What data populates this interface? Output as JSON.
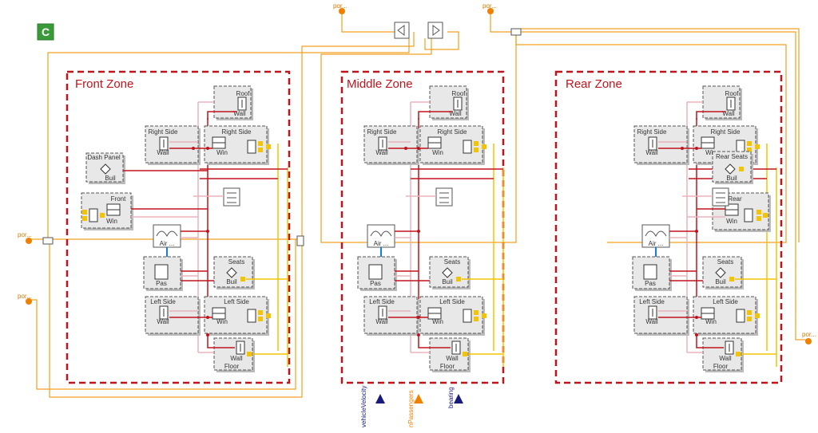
{
  "colors": {
    "zone_border": "#c0141c",
    "heat_wire": "#c0141c",
    "pink_wire": "#e8b4bc",
    "orange_wire": "#f0a020",
    "yellow_connector": "#f5c400",
    "blue_wire": "#1a7fd0",
    "box_fill": "#e8e8e8",
    "box_border": "#555555",
    "navy_signal": "#1a1a7a",
    "orange_signal": "#f08000"
  },
  "app_icon": "modelica-class-icon",
  "zones": [
    {
      "title": "Front Zone",
      "components": {
        "roof": [
          "Roof",
          "Wall"
        ],
        "right_side_wall": [
          "Right Side",
          "Wall"
        ],
        "right_side_win": [
          "Right Side",
          "Win"
        ],
        "dash_panel": [
          "Dash Panel",
          "Buil"
        ],
        "front": [
          "Front",
          "Win"
        ],
        "air": "Air ...",
        "pas": "Pas",
        "seats": [
          "Seats",
          "Buil"
        ],
        "left_side_wall": [
          "Left Side",
          "Wall"
        ],
        "left_side_win": [
          "Left Side",
          "Win"
        ],
        "floor": [
          "Wall",
          "Floor"
        ]
      }
    },
    {
      "title": "Middle Zone",
      "components": {
        "roof": [
          "Roof",
          "Wall"
        ],
        "right_side_wall": [
          "Right Side",
          "Wall"
        ],
        "right_side_win": [
          "Right Side",
          "Win"
        ],
        "air": "Air ...",
        "pas": "Pas",
        "seats": [
          "Seats",
          "Buil"
        ],
        "left_side_wall": [
          "Left Side",
          "Wall"
        ],
        "left_side_win": [
          "Left Side",
          "Win"
        ],
        "floor": [
          "Wall",
          "Floor"
        ]
      }
    },
    {
      "title": "Rear Zone",
      "components": {
        "roof": [
          "Roof",
          "Wall"
        ],
        "right_side_wall": [
          "Right Side",
          "Wall"
        ],
        "right_side_win": [
          "Right Side",
          "Win"
        ],
        "rear_seats": [
          "Rear Seats",
          "Buil"
        ],
        "rear": [
          "Rear",
          "Win"
        ],
        "air": "Air ...",
        "pas": "Pas",
        "seats": [
          "Seats",
          "Buil"
        ],
        "left_side_wall": [
          "Left Side",
          "Wall"
        ],
        "left_side_win": [
          "Left Side",
          "Win"
        ],
        "floor": [
          "Wall",
          "Floor"
        ]
      }
    }
  ],
  "ports": {
    "top_left": "por...",
    "top_right": "por...",
    "left_upper": "por...",
    "left_lower": "por...",
    "right": "por..."
  },
  "signals": [
    {
      "label": "vehicleVelocity",
      "color": "#1a1a7a"
    },
    {
      "label": "nPassengers",
      "color": "#f08000"
    },
    {
      "label": "bearing",
      "color": "#1a1a7a"
    }
  ]
}
